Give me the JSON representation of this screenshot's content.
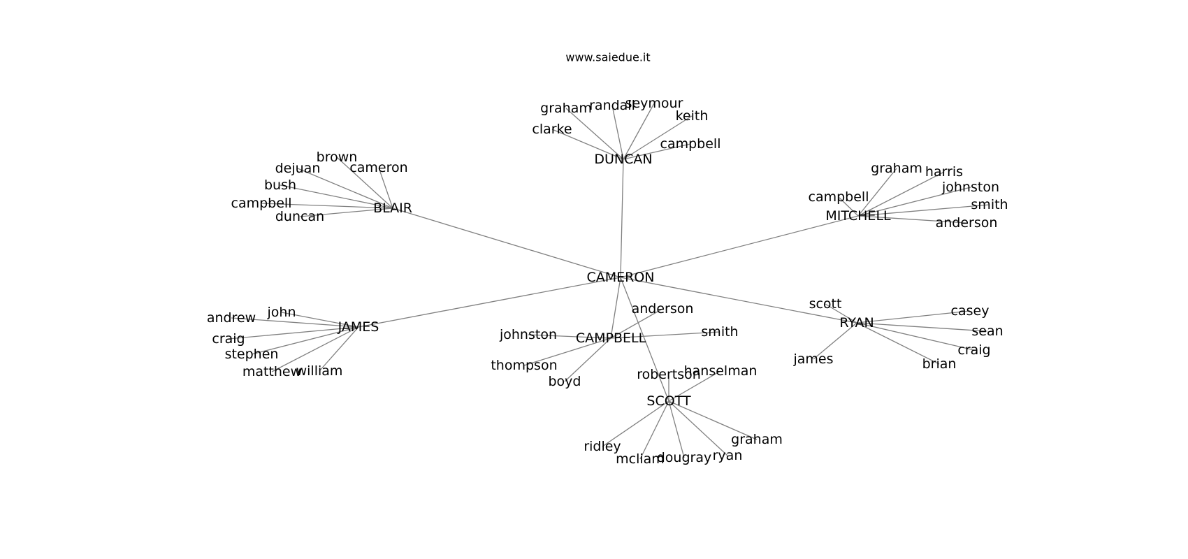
{
  "header": {
    "site": "www.saiedue.it"
  },
  "graph": {
    "root": "CAMERON",
    "groups": [
      {
        "hub": "DUNCAN",
        "leaves": [
          "graham",
          "randall",
          "seymour",
          "keith",
          "clarke",
          "campbell"
        ]
      },
      {
        "hub": "BLAIR",
        "leaves": [
          "brown",
          "dejuan",
          "cameron",
          "bush",
          "campbell",
          "duncan"
        ]
      },
      {
        "hub": "MITCHELL",
        "leaves": [
          "graham",
          "harris",
          "johnston",
          "campbell",
          "smith",
          "anderson"
        ]
      },
      {
        "hub": "JAMES",
        "leaves": [
          "john",
          "andrew",
          "craig",
          "stephen",
          "matthew",
          "william"
        ]
      },
      {
        "hub": "CAMPBELL",
        "leaves": [
          "anderson",
          "johnston",
          "smith",
          "thompson",
          "boyd"
        ]
      },
      {
        "hub": "RYAN",
        "leaves": [
          "scott",
          "casey",
          "sean",
          "craig",
          "james",
          "brian"
        ]
      },
      {
        "hub": "SCOTT",
        "leaves": [
          "robertson",
          "hanselman",
          "graham",
          "ridley",
          "mcliam",
          "dougray",
          "ryan"
        ]
      }
    ]
  }
}
